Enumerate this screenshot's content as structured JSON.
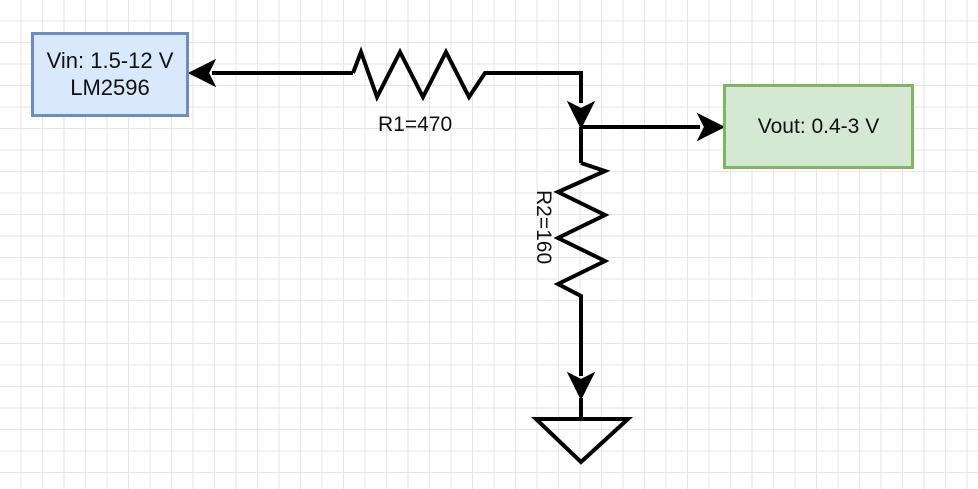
{
  "diagram": {
    "source_box": {
      "line1": "Vin: 1.5-12 V",
      "line2": "LM2596"
    },
    "output_box": {
      "label": "Vout: 0.4-3 V"
    },
    "resistor_r1": {
      "label": "R1=470"
    },
    "resistor_r2": {
      "label": "R2=160"
    },
    "colors": {
      "source_fill": "#dae8fc",
      "source_stroke": "#6c8ebf",
      "output_fill": "#d5e8d4",
      "output_stroke": "#82b366",
      "wire": "#000000",
      "grid": "#e6e6e6"
    },
    "icons": [
      "resistor-icon",
      "arrow-icon",
      "ground-icon"
    ]
  }
}
